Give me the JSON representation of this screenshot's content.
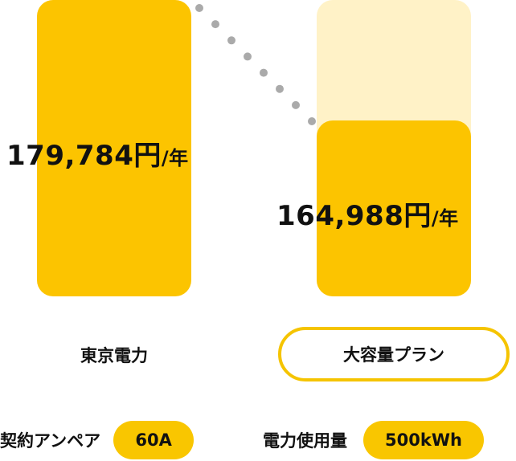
{
  "chart_data": {
    "type": "bar",
    "categories": [
      "東京電力",
      "大容量プラン"
    ],
    "values": [
      179784,
      164988
    ],
    "value_labels": [
      {
        "number": "179,784円",
        "unit": "/年"
      },
      {
        "number": "164,988円",
        "unit": "/年"
      }
    ],
    "highlighted_category": "大容量プラン",
    "connector": "dotted line from top of first bar to top of second bar",
    "reference_ghost_bar": "second bar shows pale background at height of first bar",
    "grid": false,
    "legend": "none"
  },
  "colors": {
    "bar": "#FCC400",
    "ghost_bar": "#FFF2C7",
    "dots": "#AAAAAA",
    "pill_border": "#F5C400",
    "badge": "#F9C600"
  },
  "conditions": {
    "contract_ampere_label": "契約アンペア",
    "contract_ampere_value": "60A",
    "usage_label": "電力使用量",
    "usage_value": "500kWh"
  }
}
